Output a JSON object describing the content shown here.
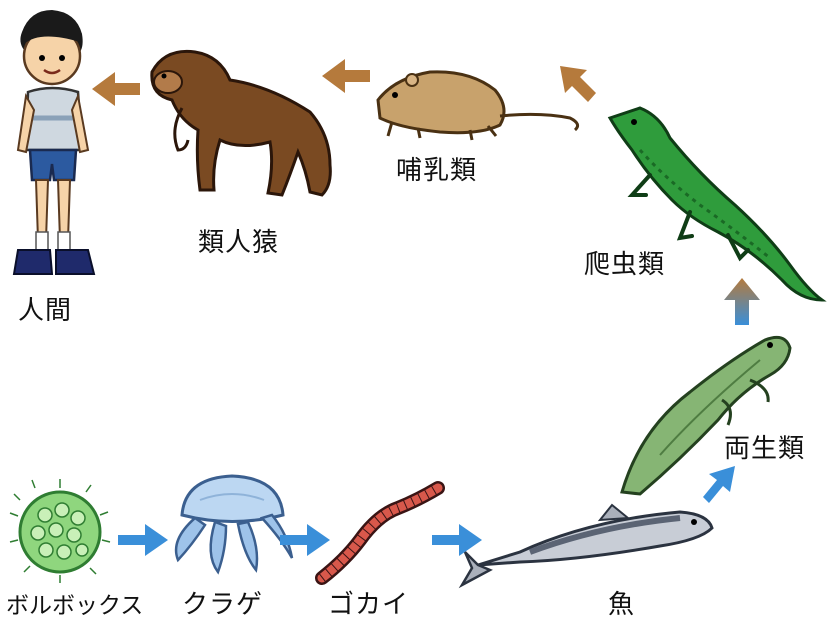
{
  "labels": {
    "human": "人間",
    "ape": "類人猿",
    "mammal": "哺乳類",
    "reptile": "爬虫類",
    "amphibian": "両生類",
    "fish": "魚",
    "worm": "ゴカイ",
    "jellyfish": "クラゲ",
    "volvox": "ボルボックス"
  },
  "colors": {
    "blue_arrow": "#3a8fd9",
    "brown_arrow": "#b57a3c"
  },
  "icons": [
    "volvox-icon",
    "jellyfish-icon",
    "worm-icon",
    "fish-icon",
    "amphibian-icon",
    "reptile-icon",
    "mammal-icon",
    "ape-icon",
    "human-icon"
  ]
}
